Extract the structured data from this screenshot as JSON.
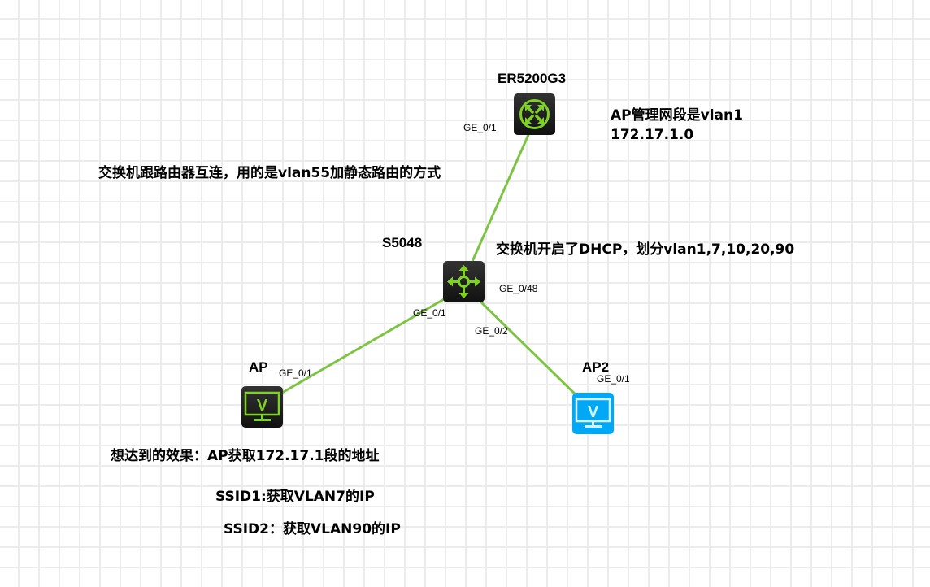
{
  "devices": {
    "router": {
      "name": "ER5200G3",
      "port": "GE_0/1"
    },
    "switch": {
      "name": "S5048",
      "ports": [
        "GE_0/48",
        "GE_0/1",
        "GE_0/2"
      ]
    },
    "ap1": {
      "name": "AP",
      "port": "GE_0/1"
    },
    "ap2": {
      "name": "AP2",
      "port": "GE_0/1"
    }
  },
  "notes": {
    "ap_mgmt_line1": "AP管理网段是vlan1",
    "ap_mgmt_line2": "172.17.1.0",
    "interconnect": "交换机跟路由器互连，用的是vlan55加静态路由的方式",
    "dhcp": "交换机开启了DHCP，划分vlan1,7,10,20,90",
    "goal": "想达到的效果：AP获取172.17.1段的地址",
    "ssid1": "SSID1:获取VLAN7的IP",
    "ssid2": "SSID2：获取VLAN90的IP"
  },
  "colors": {
    "link": "#7dc443",
    "icon_green": "#7ed321",
    "ap2_blue": "#00a8f5"
  }
}
